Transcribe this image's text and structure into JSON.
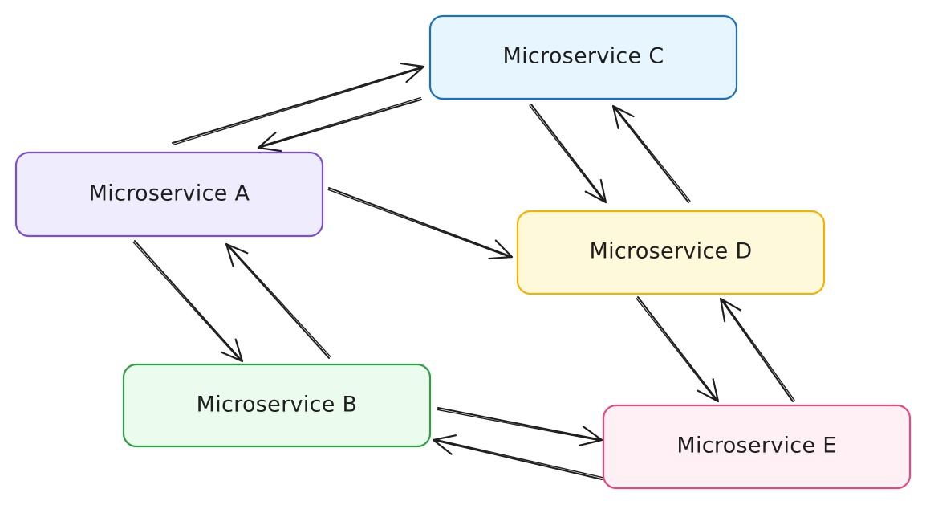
{
  "nodes": [
    {
      "id": "A",
      "label": "Microservice A",
      "fill": "#eeecfd",
      "stroke": "#7a4fd6"
    },
    {
      "id": "B",
      "label": "Microservice B",
      "fill": "#ebfbee",
      "stroke": "#2f9e44"
    },
    {
      "id": "C",
      "label": "Microservice C",
      "fill": "#e7f5ff",
      "stroke": "#1971c2"
    },
    {
      "id": "D",
      "label": "Microservice D",
      "fill": "#fff9db",
      "stroke": "#f0b400"
    },
    {
      "id": "E",
      "label": "Microservice E",
      "fill": "#fff0f6",
      "stroke": "#e64980"
    }
  ],
  "edges": [
    {
      "from": "A",
      "to": "C"
    },
    {
      "from": "C",
      "to": "A"
    },
    {
      "from": "A",
      "to": "D"
    },
    {
      "from": "A",
      "to": "B"
    },
    {
      "from": "B",
      "to": "A"
    },
    {
      "from": "C",
      "to": "D"
    },
    {
      "from": "D",
      "to": "C"
    },
    {
      "from": "D",
      "to": "E"
    },
    {
      "from": "E",
      "to": "D"
    },
    {
      "from": "B",
      "to": "E"
    },
    {
      "from": "E",
      "to": "B"
    }
  ],
  "colors": {
    "arrow": "#1e1e1e"
  }
}
